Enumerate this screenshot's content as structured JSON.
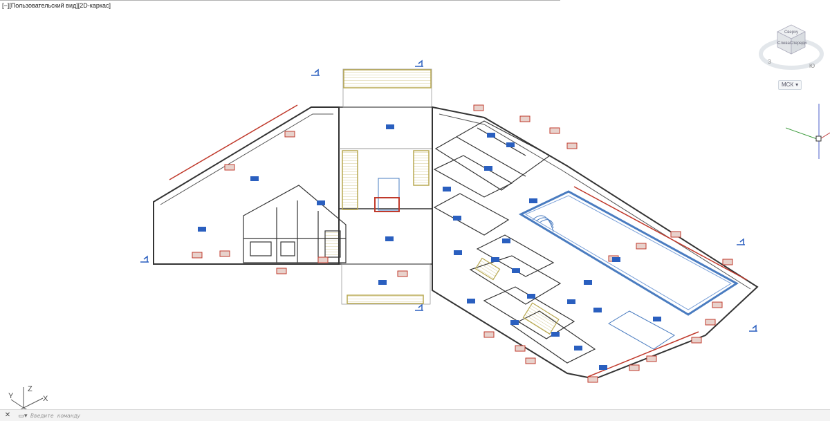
{
  "viewport": {
    "control": "[−]",
    "view": "[Пользовательский вид]",
    "style": "[2D-каркас]"
  },
  "viewcube": {
    "faces": [
      "Сверху",
      "Слева",
      "Спереди"
    ],
    "compass": [
      "З",
      "Ю"
    ]
  },
  "wcs": {
    "label": "МСК",
    "arrow": "▾"
  },
  "ucs": {
    "x": "X",
    "y": "Y",
    "z": "Z"
  },
  "command": {
    "close": "✕",
    "prompt_icon": "▭▾",
    "placeholder": "Введите команду"
  },
  "colors": {
    "wall": "#333333",
    "accent_red": "#c0392b",
    "pool": "#4a7cc0",
    "tag_blue": "#2a5fbf",
    "stair": "#c8c070"
  }
}
